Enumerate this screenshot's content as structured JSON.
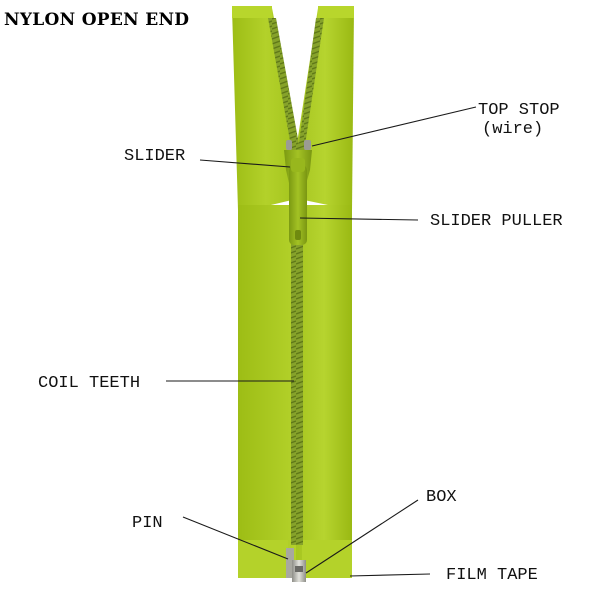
{
  "title": "NYLON OPEN END",
  "labels": {
    "top_stop": "TOP STOP",
    "top_stop_sub": "(wire)",
    "slider": "SLIDER",
    "slider_puller": "SLIDER PULLER",
    "coil_teeth": "COIL TEETH",
    "pin": "PIN",
    "box": "BOX",
    "film_tape": "FILM TAPE"
  },
  "colors": {
    "tape": "#a8c81a",
    "tape_dark": "#8aa815",
    "tape_light": "#bcd83a",
    "coil": "#7f9a2c",
    "metal": "#b8b8b0"
  }
}
